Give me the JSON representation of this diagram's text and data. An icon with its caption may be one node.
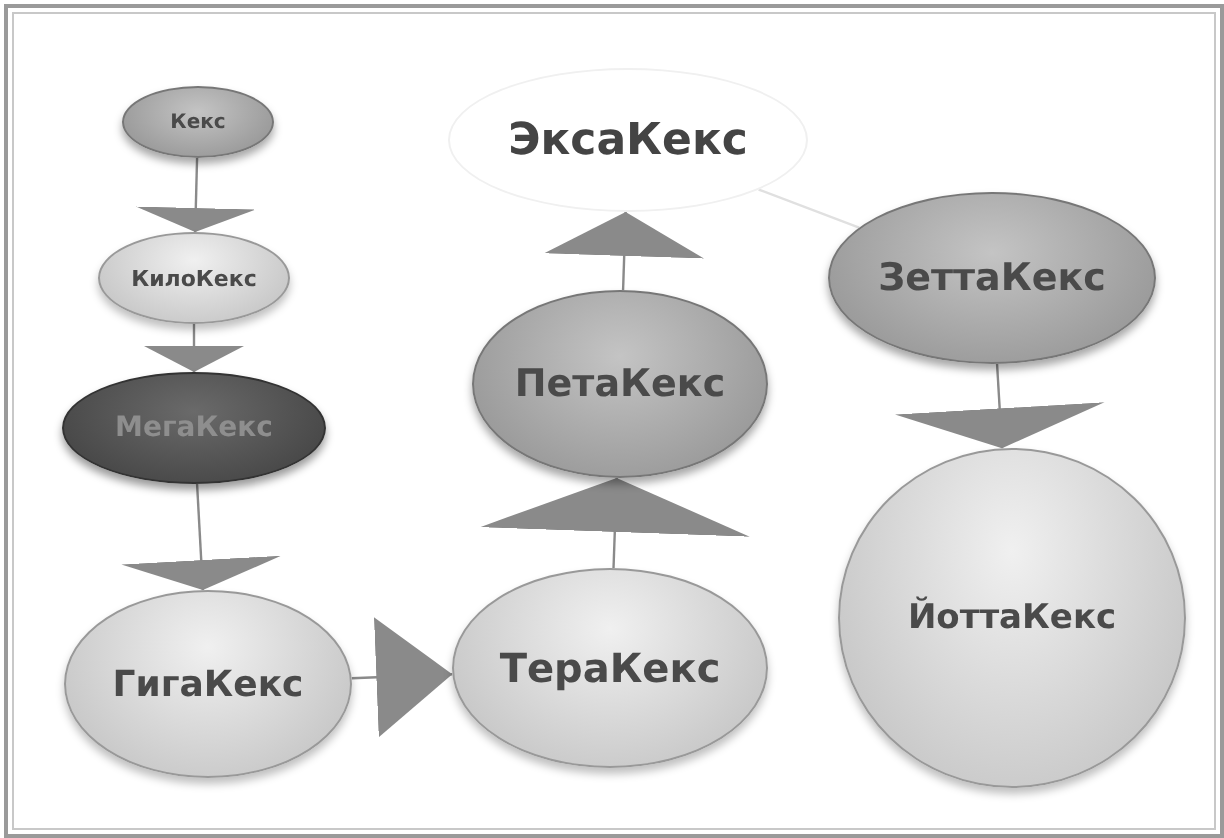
{
  "diagram": {
    "nodes": [
      {
        "text": [
          "Кекс"
        ]
      },
      {
        "text": [
          "КилоКекс"
        ]
      },
      {
        "text": [
          "МегаКекс"
        ]
      },
      {
        "text": [
          "ГигаКекс"
        ]
      },
      {
        "text": [
          "ТераКекс"
        ]
      },
      {
        "text": [
          "ПетаКекс"
        ]
      },
      {
        "text": [
          "ЭксаКекс"
        ]
      },
      {
        "text": [
          "ЗеттаКекс"
        ]
      },
      {
        "text": [
          "ЙоттаКекс"
        ]
      }
    ],
    "edges": [
      {
        "from": 0,
        "to": 1,
        "arrow": "to"
      },
      {
        "from": 1,
        "to": 2,
        "arrow": "to"
      },
      {
        "from": 2,
        "to": 3,
        "arrow": "to"
      },
      {
        "from": 3,
        "to": 4,
        "arrow": "to"
      },
      {
        "from": 4,
        "to": 5,
        "arrow": "to"
      },
      {
        "from": 5,
        "to": 6,
        "arrow": "to"
      },
      {
        "from": 6,
        "to": 7,
        "arrow": "none",
        "color": "#e0e0e0"
      },
      {
        "from": 7,
        "to": 8,
        "arrow": "to"
      }
    ]
  }
}
